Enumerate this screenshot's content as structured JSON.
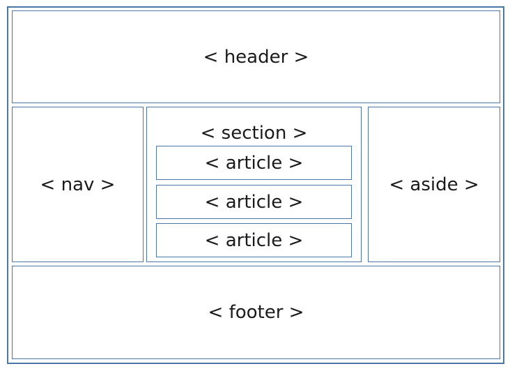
{
  "diagram": {
    "header_label": "< header >",
    "nav_label": "< nav >",
    "section_label": "< section >",
    "articles": [
      {
        "label": "< article >"
      },
      {
        "label": "< article >"
      },
      {
        "label": "< article >"
      }
    ],
    "aside_label": "< aside >",
    "footer_label": "< footer >",
    "border_color": "#4a77a8"
  }
}
